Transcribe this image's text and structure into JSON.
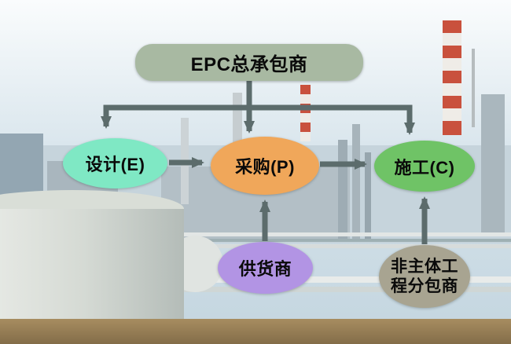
{
  "diagram": {
    "arrow_color": "#5c6c6c",
    "text_color": "#0a0a0a",
    "nodes": {
      "epc": {
        "label": "EPC总承包商",
        "shape": "rounded-rect",
        "color": "#a8b9a2"
      },
      "design": {
        "label": "设计(E)",
        "shape": "ellipse",
        "color": "#7fe8c4"
      },
      "procurement": {
        "label": "采购(P)",
        "shape": "ellipse",
        "color": "#f0a75a"
      },
      "construction": {
        "label": "施工(C)",
        "shape": "ellipse",
        "color": "#6fc366"
      },
      "supplier": {
        "label": "供货商",
        "shape": "ellipse",
        "color": "#b294e4"
      },
      "subcontractor": {
        "label": "非主体工程分包商",
        "shape": "ellipse",
        "color": "#a8a491"
      }
    },
    "edges": [
      {
        "from": "epc",
        "to": "design"
      },
      {
        "from": "epc",
        "to": "procurement"
      },
      {
        "from": "epc",
        "to": "construction"
      },
      {
        "from": "design",
        "to": "procurement"
      },
      {
        "from": "procurement",
        "to": "construction"
      },
      {
        "from": "supplier",
        "to": "procurement"
      },
      {
        "from": "subcontractor",
        "to": "construction"
      }
    ]
  }
}
